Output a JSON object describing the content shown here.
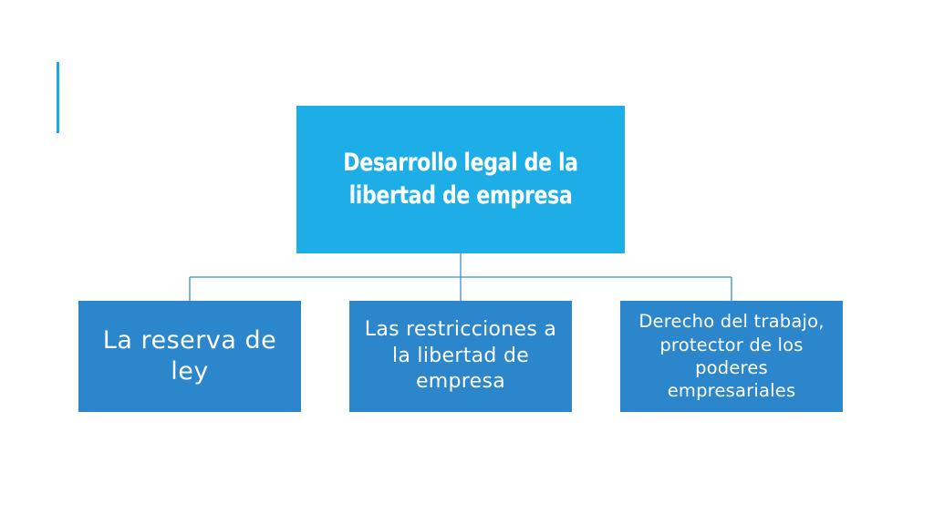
{
  "diagram": {
    "root": {
      "label": "Desarrollo legal de la libertad de empresa"
    },
    "children": [
      {
        "label": "La reserva de ley"
      },
      {
        "label": "Las restricciones a la libertad de empresa"
      },
      {
        "label": "Derecho del trabajo, protector de los poderes empresariales"
      }
    ]
  },
  "colors": {
    "accent": "#1ba9e6",
    "root_fill": "#1eaee7",
    "child_fill": "#2b86cb",
    "connector": "#3a8fd0"
  }
}
